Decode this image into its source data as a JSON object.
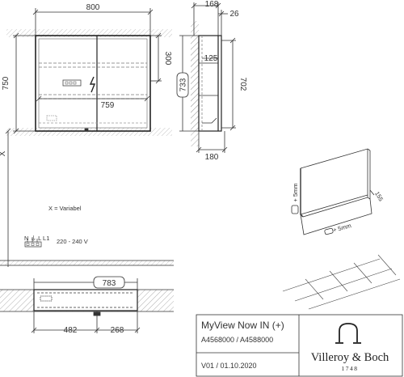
{
  "front": {
    "width": "800",
    "height": "750",
    "top_shelf": "300",
    "inner_width": "759",
    "variable_mark": "X"
  },
  "side": {
    "depth_top": "168",
    "offset": "26",
    "height_box": "733",
    "shelf_depth": "125",
    "inner_height": "702",
    "depth_bottom": "180"
  },
  "notes": {
    "variable": "X = Variabel",
    "wiring": "N ⏚ L L1",
    "voltage": "220 - 240 V"
  },
  "iso": {
    "side_gap": "+ 5mm",
    "bottom_gap": "+ 5mm",
    "depth": "155"
  },
  "section": {
    "width_box": "783",
    "left": "482",
    "right": "268"
  },
  "title_block": {
    "product": "MyView Now IN (+)",
    "articles": "A4568000 / A4588000",
    "version": "V01 / 01.10.2020",
    "brand": "Villeroy & Boch",
    "year": "1748"
  }
}
